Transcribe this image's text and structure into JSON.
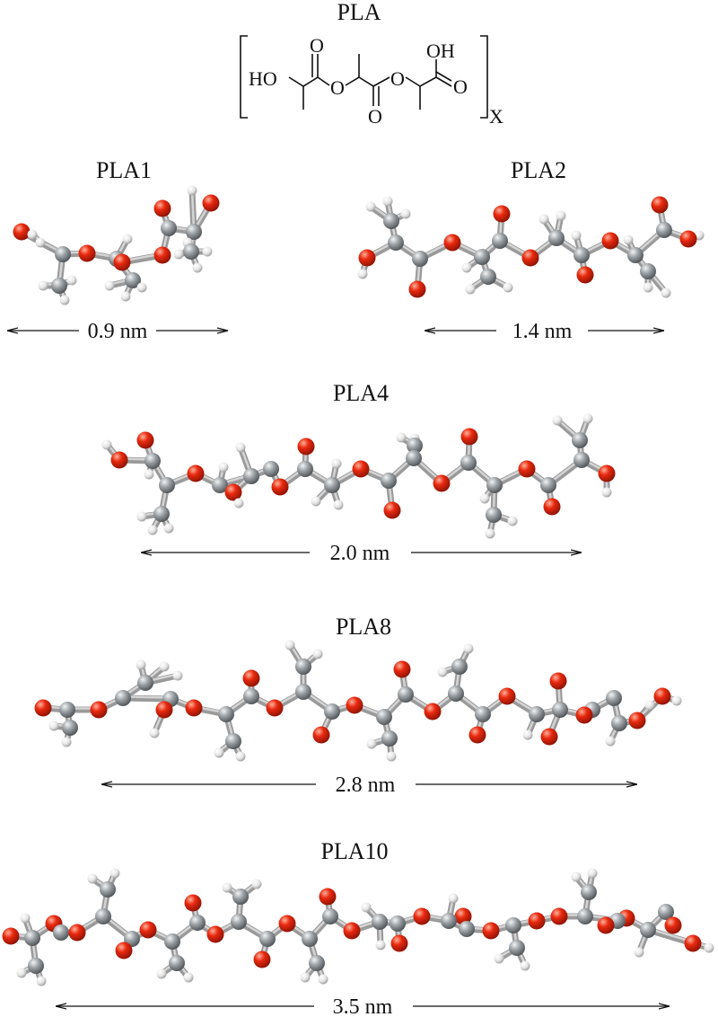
{
  "formula": {
    "title": "PLA",
    "ho_label": "HO",
    "o_ring1": "O",
    "o_ring2": "O",
    "o_top1": "O",
    "o_bottom": "O",
    "oh_label": "OH",
    "o_top2": "O",
    "subscript": "X"
  },
  "models": [
    {
      "title": "PLA1",
      "length_label": "0.9 nm"
    },
    {
      "title": "PLA2",
      "length_label": "1.4 nm"
    },
    {
      "title": "PLA4",
      "length_label": "2.0 nm"
    },
    {
      "title": "PLA8",
      "length_label": "2.8 nm"
    },
    {
      "title": "PLA10",
      "length_label": "3.5 nm"
    }
  ],
  "colors": {
    "carbon": "#8c9296",
    "oxygen": "#e0260f",
    "hydrogen": "#eaeaea",
    "bond": "#9a9a9a",
    "ink": "#111111"
  }
}
